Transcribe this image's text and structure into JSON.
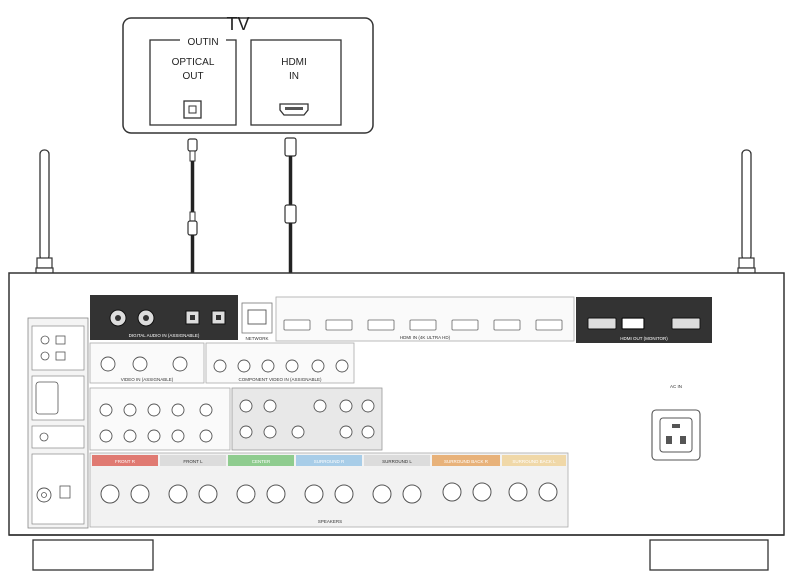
{
  "tv": {
    "title": "TV",
    "group_label": "OUTIN",
    "optical_label_1": "OPTICAL",
    "optical_label_2": "OUT",
    "hdmi_label_1": "HDMI",
    "hdmi_label_2": "IN"
  },
  "receiver": {
    "ac_label": "AC IN",
    "digital_audio_label": "DIGITAL AUDIO IN (ASSIGNABLE)",
    "hdmi_in_label": "HDMI IN (4K ULTRA HD)",
    "hdmi_out_label": "HDMI OUT (MONITOR)",
    "network_label": "NETWORK",
    "video_label": "VIDEO IN (ASSIGNABLE)",
    "component_label": "COMPONENT VIDEO IN (ASSIGNABLE)",
    "speakers_label": "SPEAKERS",
    "speaker_groups": [
      {
        "label": "FRONT R",
        "color": "#e07a72"
      },
      {
        "label": "FRONT L",
        "color": "#dcdcdc"
      },
      {
        "label": "CENTER",
        "color": "#8fcc8f"
      },
      {
        "label": "SURROUND R",
        "color": "#a8cde8"
      },
      {
        "label": "SURROUND L",
        "color": "#dcdcdc"
      },
      {
        "label": "SURROUND BACK R",
        "color": "#e8b27a"
      },
      {
        "label": "SURROUND BACK L",
        "color": "#f0d8a8"
      }
    ],
    "colors": {
      "panel": "#ffffff",
      "outline": "#333333",
      "dark_strip": "#333333",
      "connector_fill": "#e6e6e6"
    }
  }
}
